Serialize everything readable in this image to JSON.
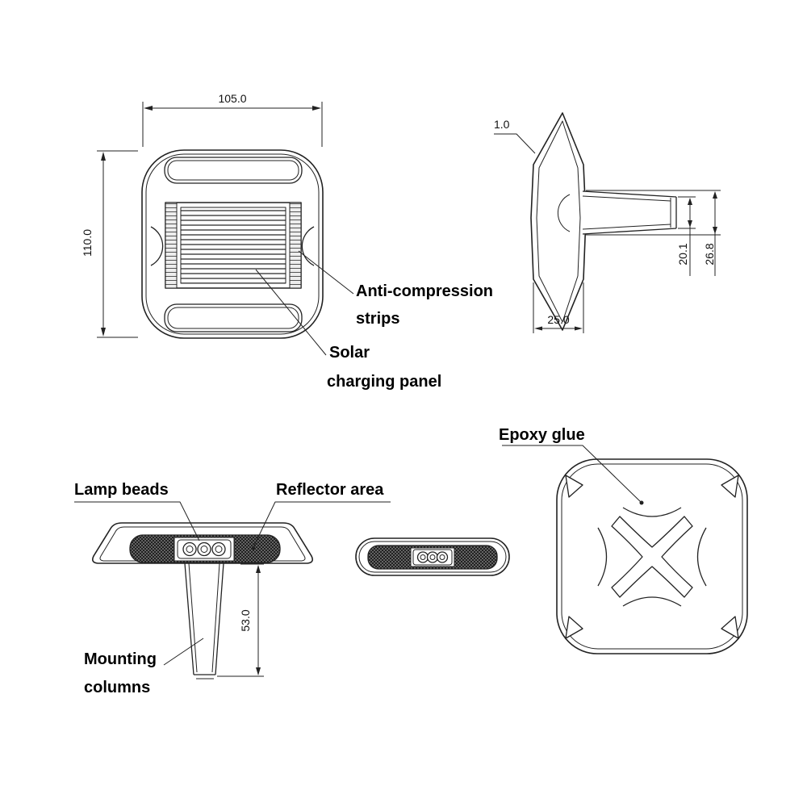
{
  "labels": {
    "anti_compression_line1": "Anti-compression",
    "anti_compression_line2": "strips",
    "solar_line1": "Solar",
    "solar_line2": "charging panel",
    "epoxy_glue": "Epoxy glue",
    "lamp_beads": "Lamp beads",
    "reflector_area": "Reflector area",
    "mounting_line1": "Mounting",
    "mounting_line2": "columns"
  },
  "dimensions": {
    "top_width": "105.0",
    "top_height": "110.0",
    "edge_thickness": "1.0",
    "base_width": "25.0",
    "column_len_inner": "20.1",
    "column_len_outer": "26.8",
    "column_height": "53.0"
  }
}
